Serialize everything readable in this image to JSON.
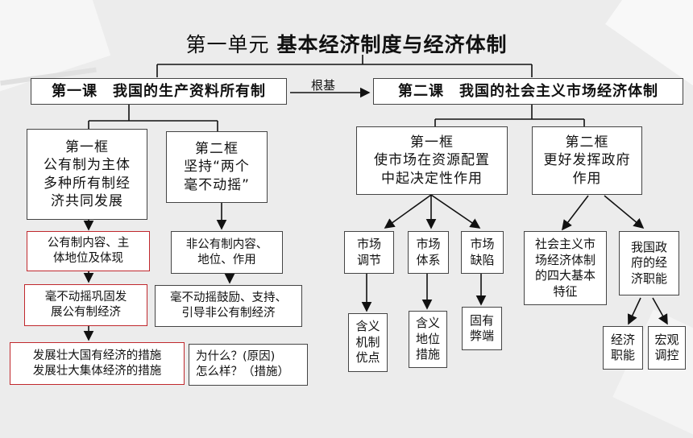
{
  "title": {
    "part1": "第一单元 ",
    "part2": "基本经济制度与经济体制"
  },
  "connector_label": "根基",
  "lesson1": {
    "title": "第一课　我国的生产资料所有制",
    "frame1": {
      "lines": [
        "第一框",
        "公有制为主体",
        "多种所有制经",
        "济共同发展"
      ]
    },
    "frame2": {
      "lines": [
        "第二框",
        "坚持“两个",
        "毫不动摇”"
      ]
    },
    "f1_items": [
      [
        "公有制内容、主",
        "体地位及体现"
      ],
      [
        "毫不动摇巩固发",
        "展公有制经济"
      ],
      [
        "发展壮大国有经济的措施",
        "发展壮大集体经济的措施"
      ]
    ],
    "f2_items": [
      [
        "非公有制内容、",
        "地位、作用"
      ],
      [
        "毫不动摇鼓励、支持、",
        "引导非公有制经济"
      ]
    ],
    "question_box": [
      "为什么？(原因)",
      "怎么样？（措施）"
    ]
  },
  "lesson2": {
    "title": "第二课　我国的社会主义市场经济体制",
    "frame1": {
      "lines": [
        "第一框",
        "使市场在资源配置",
        "中起决定性作用"
      ]
    },
    "frame2": {
      "lines": [
        "第二框",
        "更好发挥政府",
        "作用"
      ]
    },
    "market_items": [
      {
        "top": [
          "市场",
          "调节"
        ],
        "bottom": [
          "含义",
          "机制",
          "优点"
        ]
      },
      {
        "top": [
          "市场",
          "体系"
        ],
        "bottom": [
          "含义",
          "地位",
          "措施"
        ]
      },
      {
        "top": [
          "市场",
          "缺陷"
        ],
        "bottom": [
          "固有",
          "弊端"
        ]
      }
    ],
    "gov_items": [
      [
        "社会主义市",
        "场经济体制",
        "的四大基本",
        "特征"
      ],
      [
        "我国政",
        "府的经",
        "济职能"
      ]
    ],
    "gov_sub": [
      [
        "经济",
        "职能"
      ],
      [
        "宏观",
        "调控"
      ]
    ]
  }
}
